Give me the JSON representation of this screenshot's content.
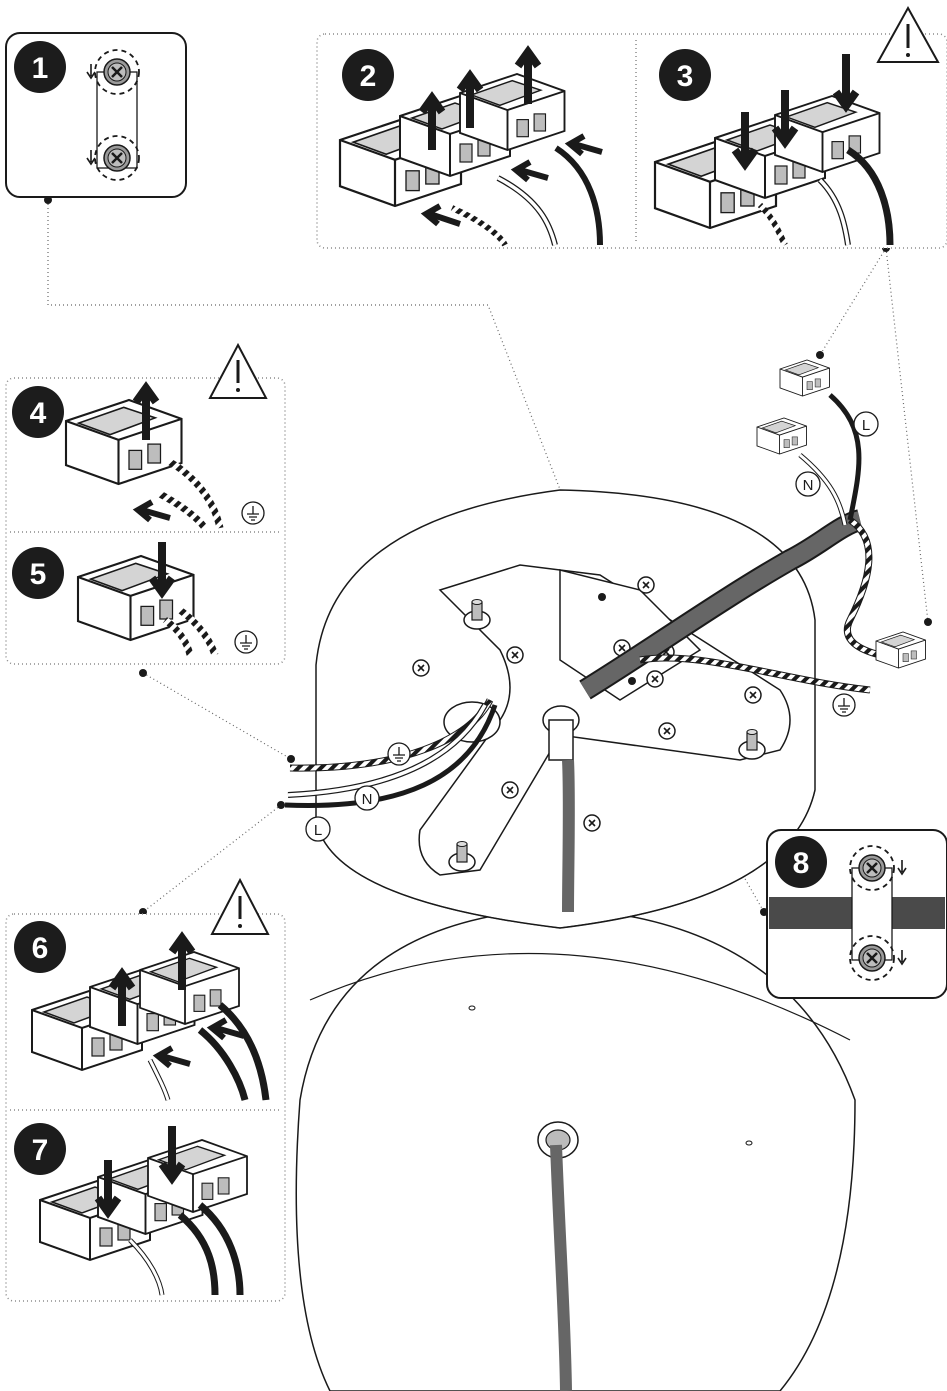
{
  "steps": [
    {
      "number": "1"
    },
    {
      "number": "2"
    },
    {
      "number": "3"
    },
    {
      "number": "4"
    },
    {
      "number": "5"
    },
    {
      "number": "6"
    },
    {
      "number": "7"
    },
    {
      "number": "8"
    }
  ],
  "wire_labels": {
    "live": "L",
    "neutral": "N"
  },
  "icons": {
    "warning": "warning-triangle-icon",
    "ground": "ground-symbol-icon",
    "screw": "phillips-screw-icon"
  },
  "colors": {
    "ink": "#1a1a1a",
    "cable_gray": "#666666",
    "connector_fill": "#ffffff",
    "lever_gray": "#cfcfcf"
  }
}
